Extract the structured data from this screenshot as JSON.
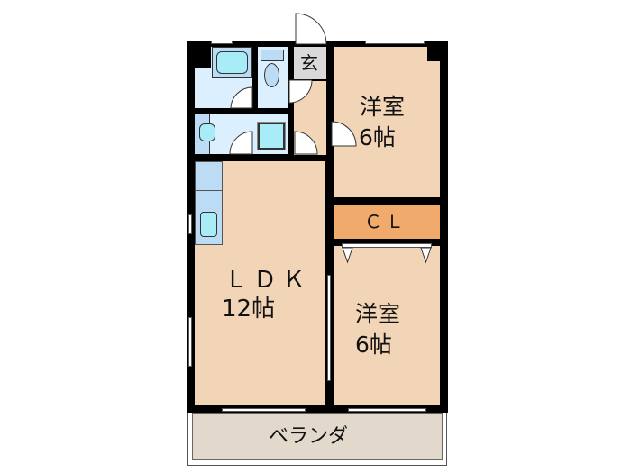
{
  "floorplan": {
    "rooms": {
      "entrance": {
        "label": "玄"
      },
      "western_room_1": {
        "label": "洋室",
        "size": "6帖"
      },
      "closet": {
        "label": "ＣＬ"
      },
      "ldk": {
        "label": "ＬＤＫ",
        "size": "12帖"
      },
      "western_room_2": {
        "label": "洋室",
        "size": "6帖"
      },
      "veranda": {
        "label": "ベランダ"
      }
    },
    "colors": {
      "room_floor": "#f2d4b6",
      "closet_floor": "#f0aa6c",
      "wet_area": "#dcefff",
      "fixture": "#a8ecf8",
      "entrance_floor": "#d9d9d9",
      "veranda_floor": "#e2d8cc",
      "wall": "#000000"
    }
  }
}
